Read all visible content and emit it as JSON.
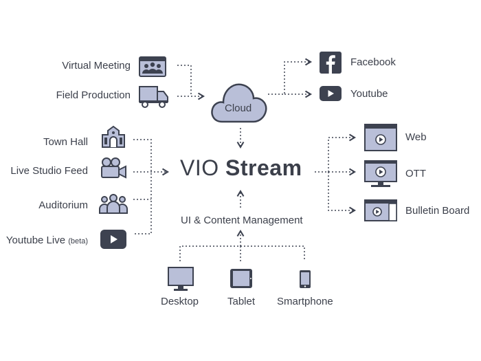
{
  "center": {
    "title_light": "VIO",
    "title_bold": "Stream",
    "cloud_label": "Cloud",
    "management_label": "UI & Content Management"
  },
  "top_sources": [
    {
      "label": "Virtual Meeting",
      "icon": "virtual-meeting-icon"
    },
    {
      "label": "Field Production",
      "icon": "truck-icon"
    }
  ],
  "left_sources": [
    {
      "label": "Town Hall",
      "icon": "town-hall-icon"
    },
    {
      "label": "Live Studio Feed",
      "icon": "camera-icon"
    },
    {
      "label": "Auditorium",
      "icon": "audience-icon"
    },
    {
      "label": "Youtube Live",
      "suffix": "(beta)",
      "icon": "youtube-icon"
    }
  ],
  "cloud_outputs": [
    {
      "label": "Facebook",
      "icon": "facebook-icon"
    },
    {
      "label": "Youtube",
      "icon": "youtube-icon"
    }
  ],
  "stream_outputs": [
    {
      "label": "Web",
      "icon": "web-player-icon"
    },
    {
      "label": "OTT",
      "icon": "tv-icon"
    },
    {
      "label": "Bulletin Board",
      "icon": "bulletin-board-icon"
    }
  ],
  "devices": [
    {
      "label": "Desktop",
      "icon": "desktop-icon"
    },
    {
      "label": "Tablet",
      "icon": "tablet-icon"
    },
    {
      "label": "Smartphone",
      "icon": "smartphone-icon"
    }
  ],
  "colors": {
    "icon_dark": "#3d4250",
    "icon_fill": "#b9bfd8",
    "line": "#3d4250",
    "text": "#3b3f4a"
  }
}
